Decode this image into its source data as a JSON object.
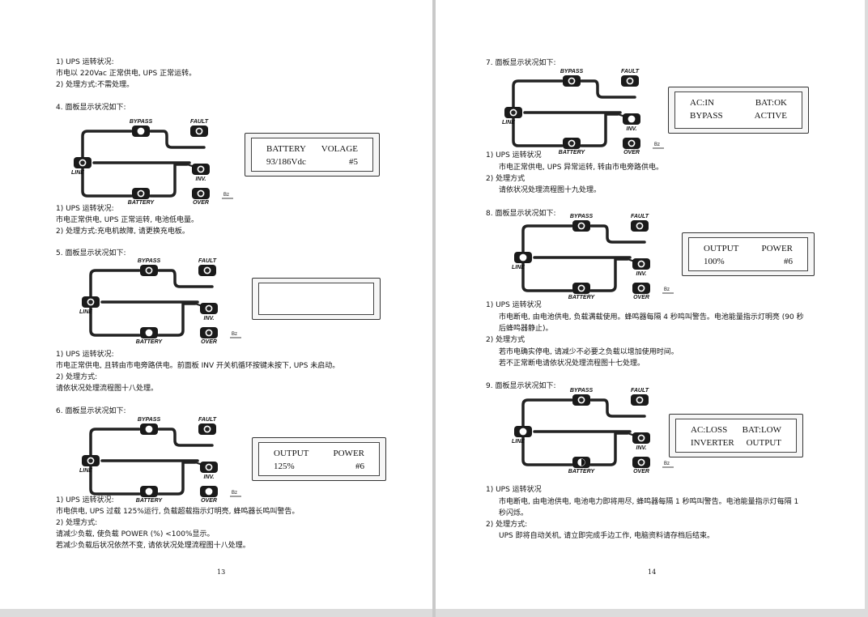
{
  "left_page": {
    "lines": [
      "1) UPS 运转状况:",
      "市电以 220Vac 正常供电, UPS 正常运转。",
      "2) 处理方式:不需处理。",
      "4. 面板显示状况如下:",
      "1) UPS 运转状况:",
      "市电正常供电, UPS 正常运转, 电池低电量。",
      "2) 处理方式:充电机故障, 请更换充电板。",
      "5. 面板显示状况如下:",
      "1) UPS 运转状况:",
      "市电正常供电, 且转由市电旁路供电。前面板 INV 开关机循环按键未按下, UPS 未启动。",
      "2) 处理方式:",
      "请依状况处理流程图十八处理。",
      "6. 面板显示状况如下:",
      "1) UPS 运转状况:",
      "市电供电, UPS 过载 125%运行, 负载超载指示灯明亮, 蜂鸣器长鸣叫警告。",
      "2) 处理方式:",
      "请减少负载, 使负载 POWER (%) <100%显示。",
      "若减少负载后状况依然不变, 请依状况处理流程图十八处理。"
    ],
    "page_number": "13"
  },
  "right_page": {
    "lines": [
      "7. 面板显示状况如下:",
      "1) UPS 运转状况",
      "市电正常供电, UPS 异常运转, 转由市电旁路供电。",
      "2) 处理方式",
      "请依状况处理流程图十九处理。",
      "8. 面板显示状况如下:",
      "1) UPS 运转状况",
      "市电断电, 由电池供电, 负载满载使用。蜂鸣器每隔 4 秒鸣叫警告。电池能量指示灯明亮 (90 秒",
      "后蜂鸣器静止)。",
      "2) 处理方式",
      "若市电确实停电, 请减少不必要之负载以增加使用时间。",
      "若不正常断电请依状况处理流程图十七处理。",
      "9. 面板显示状况如下:",
      "1) UPS 运转状况",
      "市电断电, 由电池供电, 电池电力即将用尽, 蜂鸣器每隔 1 秒鸣叫警告。电池能量指示灯每隔 1",
      "秒闪烁。",
      "2) 处理方式:",
      "UPS 即将自动关机, 请立即完成手边工作, 电脑资料请存档后结束。"
    ],
    "page_number": "14"
  },
  "panel_labels": {
    "bypass": "BYPASS",
    "fault": "FAULT",
    "line": "LINE",
    "inv": "INV.",
    "battery": "BATTERY",
    "over": "OVER",
    "bz": "Bz"
  },
  "diagrams": [
    {
      "id": "d4",
      "states": {
        "bypass": "off",
        "fault": "on",
        "line": "on",
        "inv": "on",
        "battery": "on",
        "over": "on"
      }
    },
    {
      "id": "d5",
      "states": {
        "bypass": "on",
        "fault": "on",
        "line": "on",
        "inv": "on",
        "battery": "off",
        "over": "on"
      }
    },
    {
      "id": "d6",
      "states": {
        "bypass": "off",
        "fault": "on",
        "line": "on",
        "inv": "on",
        "battery": "off",
        "over": "off"
      }
    },
    {
      "id": "d7",
      "states": {
        "bypass": "on",
        "fault": "on",
        "line": "on",
        "inv": "off",
        "battery": "on",
        "over": "on"
      }
    },
    {
      "id": "d8",
      "states": {
        "bypass": "on",
        "fault": "on",
        "line": "off",
        "inv": "on",
        "battery": "on",
        "over": "on"
      }
    },
    {
      "id": "d9",
      "states": {
        "bypass": "on",
        "fault": "on",
        "line": "off",
        "inv": "on",
        "battery": "half",
        "over": "on"
      }
    }
  ],
  "lcds": {
    "d4": [
      "BATTERY",
      "VOLAGE",
      "93/186Vdc",
      "#5"
    ],
    "d5": [
      "",
      "",
      "",
      ""
    ],
    "d6": [
      "OUTPUT",
      "POWER",
      "125%",
      "#6"
    ],
    "d7": [
      "AC:IN",
      "BAT:OK",
      "BYPASS",
      "ACTIVE"
    ],
    "d8": [
      "OUTPUT",
      "POWER",
      "100%",
      "#6"
    ],
    "d9": [
      "AC:LOSS",
      "BAT:LOW",
      "INVERTER",
      "OUTPUT"
    ]
  }
}
